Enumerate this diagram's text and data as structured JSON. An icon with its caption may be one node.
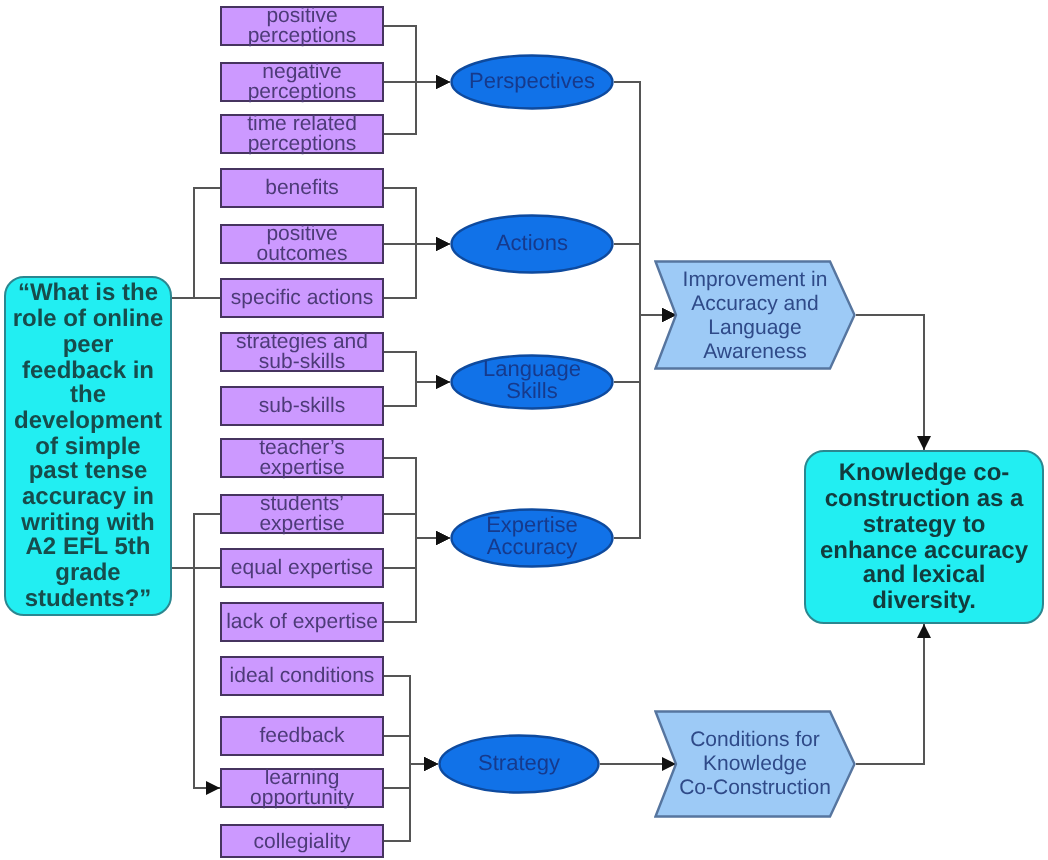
{
  "diagram": {
    "nodes": [
      {
        "text": [
          "“What is the role of online peer feedback in the development of simple past tense accuracy in writing with A2 EFL 5th grade students?”"
        ]
      },
      {
        "text": [
          "positive perceptions"
        ]
      },
      {
        "text": [
          "negative perceptions"
        ]
      },
      {
        "text": [
          "time related perceptions"
        ]
      },
      {
        "text": [
          "benefits"
        ]
      },
      {
        "text": [
          "positive outcomes"
        ]
      },
      {
        "text": [
          "specific actions"
        ]
      },
      {
        "text": [
          "strategies and sub-skills"
        ]
      },
      {
        "text": [
          "sub-skills"
        ]
      },
      {
        "text": [
          "teacher’s expertise"
        ]
      },
      {
        "text": [
          "students’ expertise"
        ]
      },
      {
        "text": [
          "equal expertise"
        ]
      },
      {
        "text": [
          "lack of expertise"
        ]
      },
      {
        "text": [
          "ideal conditions"
        ]
      },
      {
        "text": [
          "feedback"
        ]
      },
      {
        "text": [
          "learning opportunity"
        ]
      },
      {
        "text": [
          "collegiality"
        ]
      },
      {
        "text": [
          "Perspectives"
        ]
      },
      {
        "text": [
          "Actions"
        ]
      },
      {
        "text": [
          "Language Skills"
        ]
      },
      {
        "text": [
          "Expertise Accuracy"
        ]
      },
      {
        "text": [
          "Strategy"
        ]
      },
      {
        "text": [
          "Improvement in Accuracy and Language Awareness"
        ]
      },
      {
        "text": [
          "Conditions for Knowledge Co-Construction"
        ]
      },
      {
        "text": [
          "Knowledge co-construction as a strategy to enhance accuracy and lexical diversity."
        ]
      }
    ],
    "edges": [
      {
        "from": 1,
        "to": 17,
        "arrow": "to"
      },
      {
        "from": 2,
        "to": 17,
        "arrow": "to"
      },
      {
        "from": 3,
        "to": 17,
        "arrow": "to"
      },
      {
        "from": 4,
        "to": 18,
        "arrow": "to"
      },
      {
        "from": 5,
        "to": 18,
        "arrow": "to"
      },
      {
        "from": 6,
        "to": 18,
        "arrow": "to"
      },
      {
        "from": 7,
        "to": 19,
        "arrow": "to"
      },
      {
        "from": 8,
        "to": 19,
        "arrow": "to"
      },
      {
        "from": 9,
        "to": 20,
        "arrow": "to"
      },
      {
        "from": 10,
        "to": 20,
        "arrow": "to"
      },
      {
        "from": 11,
        "to": 20,
        "arrow": "to"
      },
      {
        "from": 12,
        "to": 20,
        "arrow": "to"
      },
      {
        "from": 13,
        "to": 21,
        "arrow": "to"
      },
      {
        "from": 14,
        "to": 21,
        "arrow": "to"
      },
      {
        "from": 15,
        "to": 21,
        "arrow": "to"
      },
      {
        "from": 16,
        "to": 21,
        "arrow": "to"
      },
      {
        "from": 17,
        "to": 22,
        "arrow": "to"
      },
      {
        "from": 18,
        "to": 22,
        "arrow": "to"
      },
      {
        "from": 19,
        "to": 22,
        "arrow": "to"
      },
      {
        "from": 20,
        "to": 22,
        "arrow": "to"
      },
      {
        "from": 21,
        "to": 23,
        "arrow": "to"
      },
      {
        "from": 22,
        "to": 24,
        "arrow": "to"
      },
      {
        "from": 23,
        "to": 24,
        "arrow": "to"
      },
      {
        "from": 0,
        "to": 4,
        "arrow": "none"
      },
      {
        "from": 0,
        "to": 6,
        "arrow": "none"
      },
      {
        "from": 0,
        "to": 10,
        "arrow": "none"
      },
      {
        "from": 0,
        "to": 11,
        "arrow": "none"
      },
      {
        "from": 0,
        "to": 15,
        "arrow": "to"
      }
    ]
  }
}
